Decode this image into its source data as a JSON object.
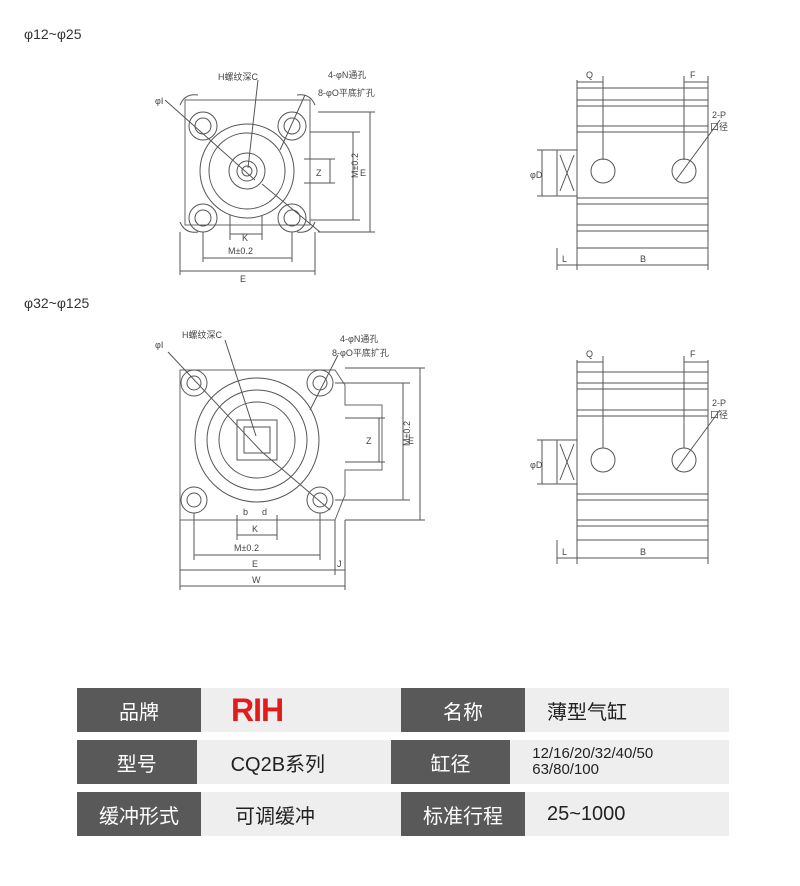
{
  "sections": [
    {
      "label": "φ12~φ25"
    },
    {
      "label": "φ32~φ125"
    }
  ],
  "dims": {
    "H": "H螺纹深C",
    "N": "4-φN通孔",
    "O": "8-φO平底扩孔",
    "I": "φI",
    "Z": "Z",
    "M2": "M±0.2",
    "E": "E",
    "K": "K",
    "W": "W",
    "J": "J",
    "Q": "Q",
    "F": "F",
    "P": "2-P",
    "Pport": "口径",
    "D": "φD",
    "L": "L",
    "B": "B",
    "b": "b",
    "d": "d"
  },
  "spec": {
    "brand_label": "品牌",
    "brand_value": "RIH",
    "name_label": "名称",
    "name_value": "薄型气缸",
    "model_label": "型号",
    "model_value": "CQ2B系列",
    "bore_label": "缸径",
    "bore_line1": "12/16/20/32/40/50",
    "bore_line2": "63/80/100",
    "cushion_label": "缓冲形式",
    "cushion_value": "可调缓冲",
    "stroke_label": "标准行程",
    "stroke_value": "25~1000"
  },
  "colors": {
    "header_bg": "#595959",
    "value_bg": "#eeeeee",
    "brand": "#e21b1b"
  }
}
